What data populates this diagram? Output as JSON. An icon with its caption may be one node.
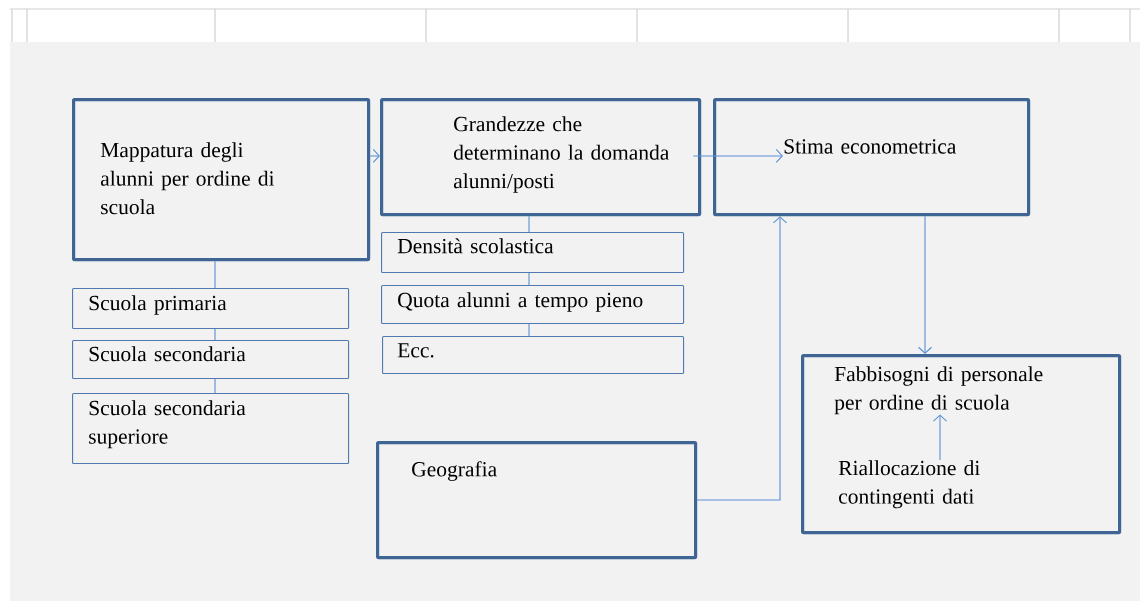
{
  "diagram": {
    "nodes": [
      {
        "text": [
          "Mappatura degli alunni per ordine di scuola"
        ]
      },
      {
        "text": [
          "Grandezze che determinano la domanda alunni/posti"
        ]
      },
      {
        "text": [
          "Stima econometrica"
        ]
      },
      {
        "text": [
          "Scuola primaria"
        ]
      },
      {
        "text": [
          "Scuola secondaria"
        ]
      },
      {
        "text": [
          "Scuola secondaria superiore"
        ]
      },
      {
        "text": [
          "Densità scolastica"
        ]
      },
      {
        "text": [
          "Quota alunni a tempo pieno"
        ]
      },
      {
        "text": [
          "Ecc."
        ]
      },
      {
        "text": [
          "Geografia"
        ]
      },
      {
        "text": [],
        "shape": "box"
      },
      {
        "text": [
          "Fabbisogni di personale per ordine di scuola"
        ],
        "in": 10
      },
      {
        "text": [
          "Riallocazione di contingenti dati"
        ],
        "in": 10
      }
    ],
    "edges": [
      {
        "from": 0,
        "to": 1,
        "arrow": "to"
      },
      {
        "from": 1,
        "to": 2,
        "arrow": "to"
      },
      {
        "from": 9,
        "to": 2,
        "arrow": "to"
      },
      {
        "from": 2,
        "to": 10,
        "arrow": "to"
      },
      {
        "from": 0,
        "to": 3,
        "arrow": "none"
      },
      {
        "from": 3,
        "to": 4,
        "arrow": "none"
      },
      {
        "from": 4,
        "to": 5,
        "arrow": "none"
      },
      {
        "from": 1,
        "to": 6,
        "arrow": "none"
      },
      {
        "from": 6,
        "to": 7,
        "arrow": "none"
      },
      {
        "from": 7,
        "to": 8,
        "arrow": "none"
      },
      {
        "from": 12,
        "to": 11,
        "arrow": "to"
      }
    ]
  }
}
